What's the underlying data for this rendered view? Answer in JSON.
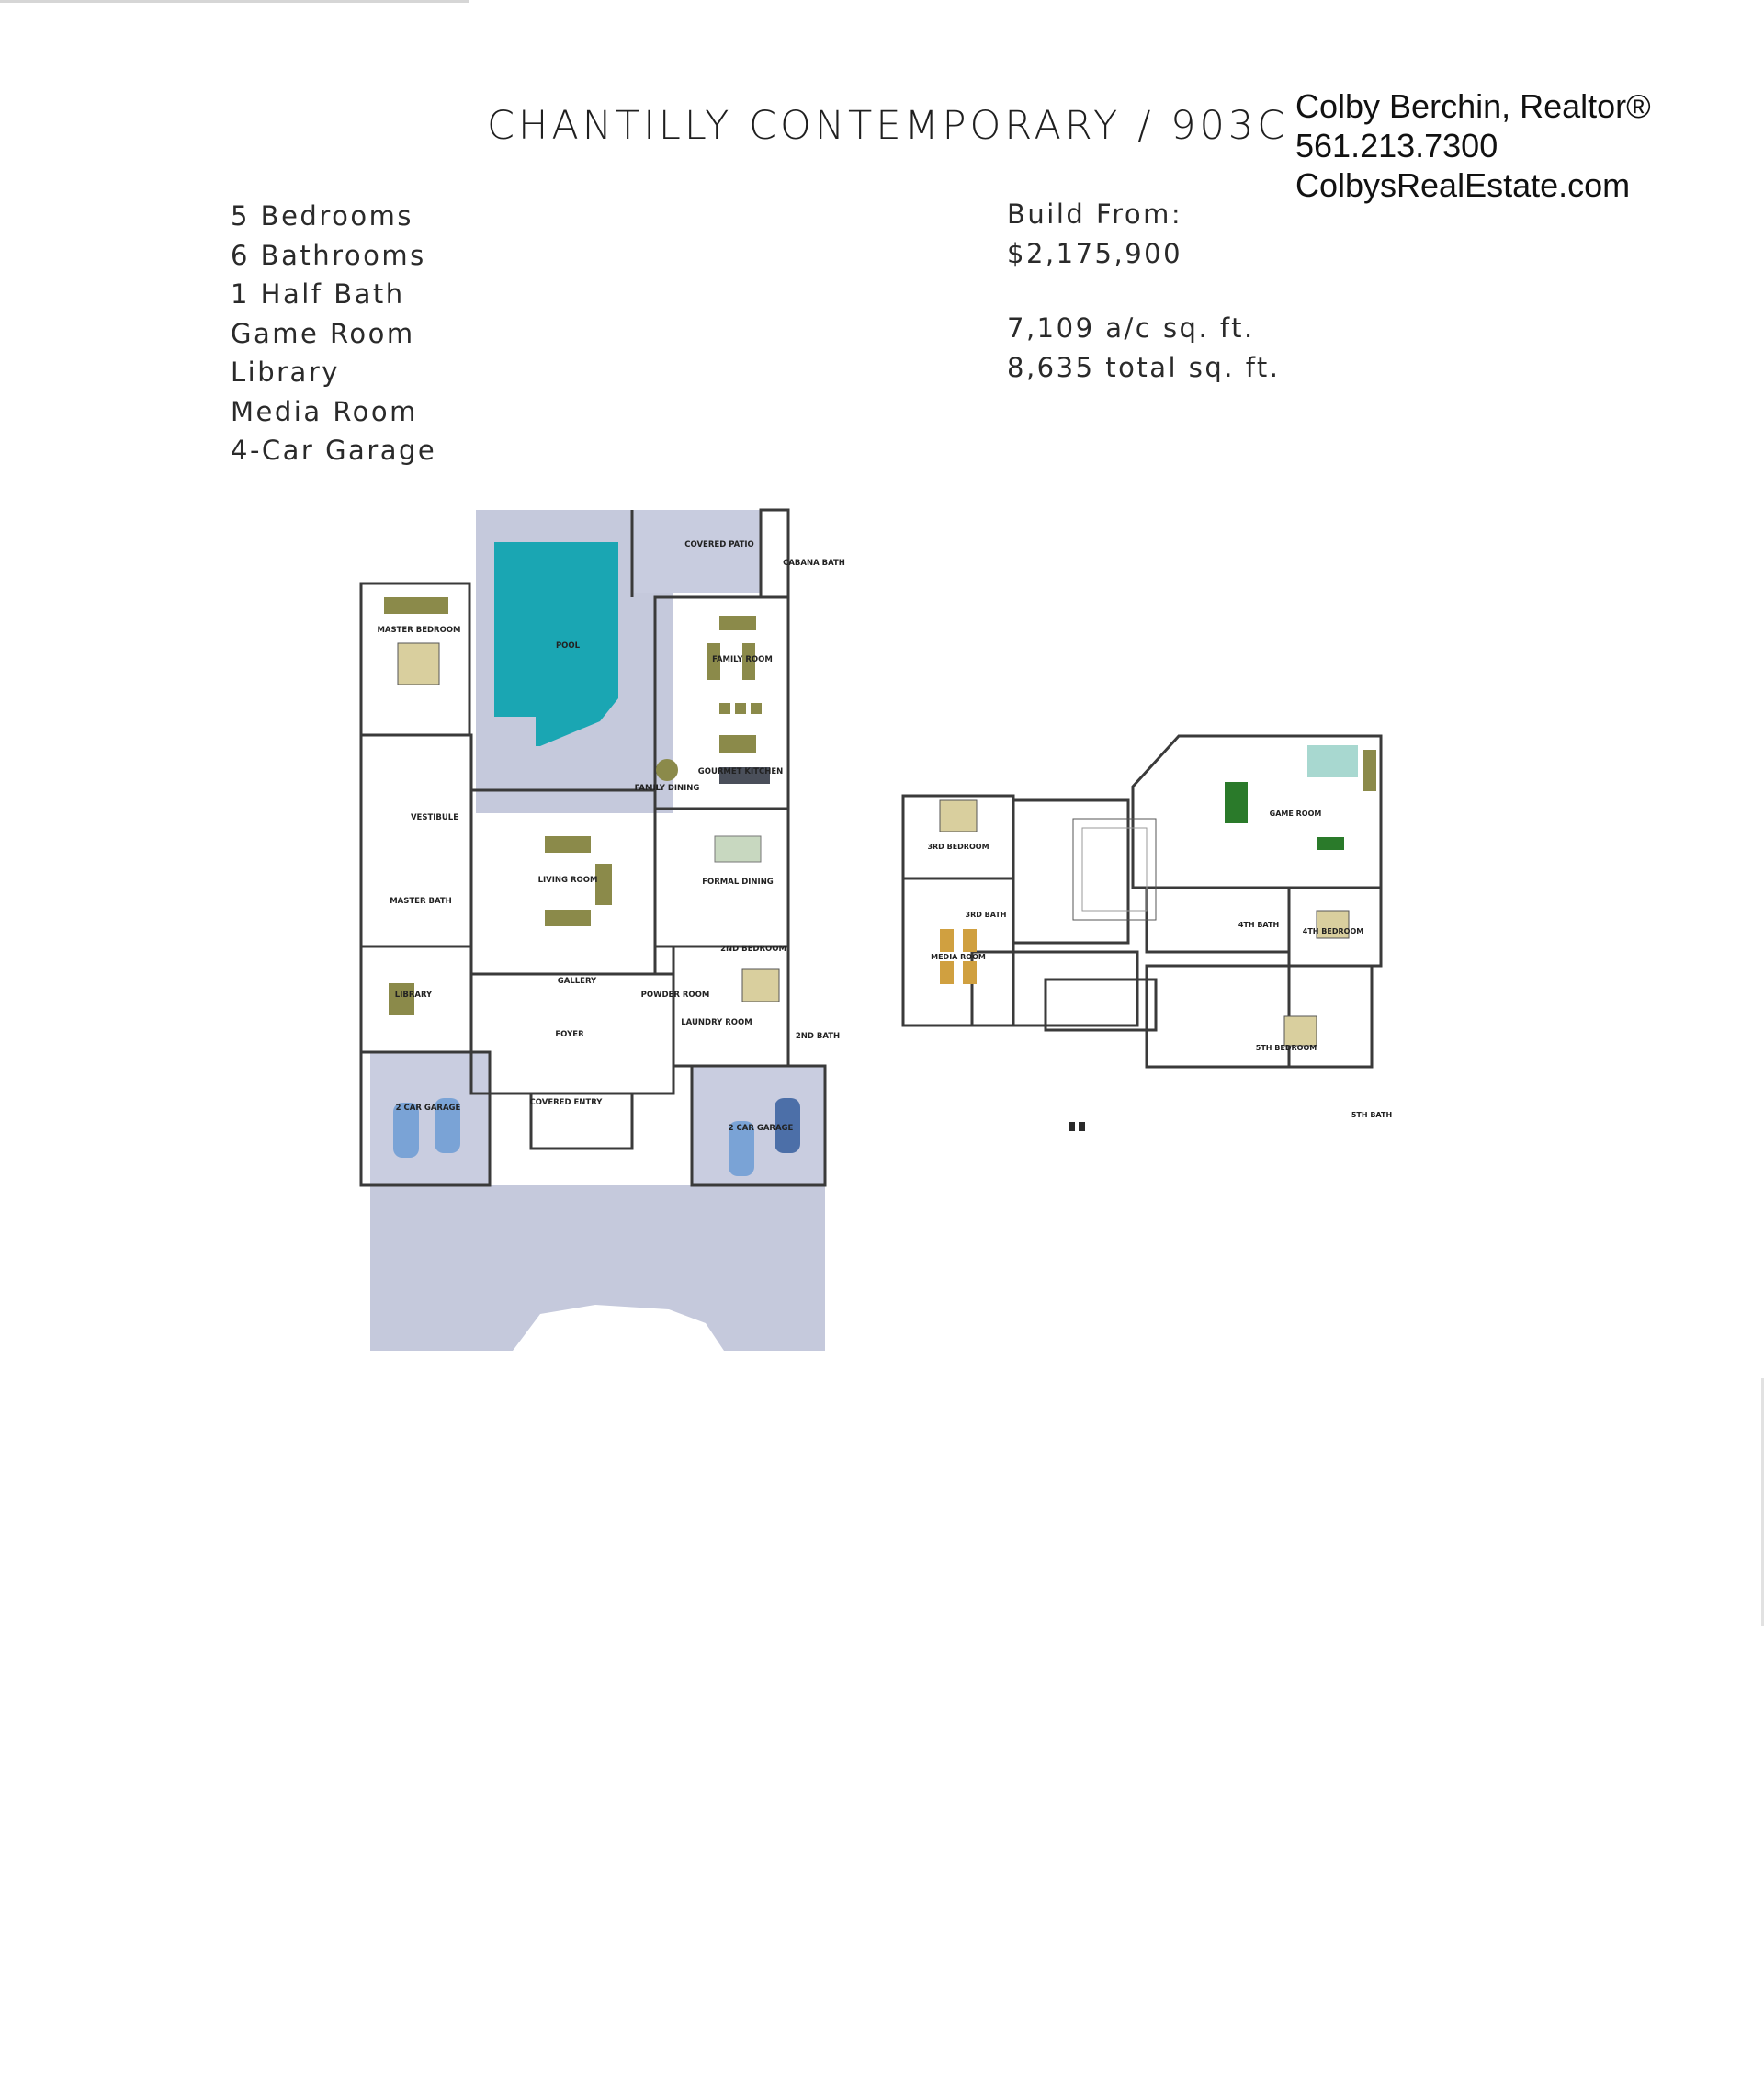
{
  "header": {
    "title": "CHANTILLY CONTEMPORARY / 903C"
  },
  "agent": {
    "name": "Colby Berchin, Realtor®",
    "phone": "561.213.7300",
    "website": "ColbysRealEstate.com"
  },
  "features": [
    "5 Bedrooms",
    "6 Bathrooms",
    "1 Half Bath",
    "Game Room",
    "Library",
    "Media Room",
    "4-Car Garage"
  ],
  "pricing": {
    "label": "Build From:",
    "price": "$2,175,900",
    "ac_sqft": "7,109 a/c sq. ft.",
    "total_sqft": "8,635 total sq. ft."
  },
  "colors": {
    "pool": "#1aa6b3",
    "paving": "#c5c9dc",
    "wall": "#3a3a3a",
    "furniture": "#8b8a4a",
    "bed": "#d9cf9e"
  },
  "first_floor": {
    "rooms": {
      "covered_patio": "COVERED PATIO",
      "cabana_bath": "CABANA BATH",
      "pool": "POOL",
      "master_bedroom": "MASTER BEDROOM",
      "family_room": "FAMILY ROOM",
      "family_dining": "FAMILY DINING",
      "gourmet_kitchen": "GOURMET KITCHEN",
      "vestibule": "VESTIBULE",
      "living_room": "LIVING ROOM",
      "formal_dining": "FORMAL DINING",
      "master_bath": "MASTER BATH",
      "second_bedroom": "2ND BEDROOM",
      "library": "LIBRARY",
      "gallery": "GALLERY",
      "powder_room": "POWDER ROOM",
      "laundry_room": "LAUNDRY ROOM",
      "foyer": "FOYER",
      "second_bath": "2ND BATH",
      "covered_entry": "COVERED ENTRY",
      "garage_left": "2 CAR GARAGE",
      "garage_right": "2 CAR GARAGE"
    }
  },
  "second_floor": {
    "rooms": {
      "third_bedroom": "3RD BEDROOM",
      "third_bath": "3RD BATH",
      "game_room": "GAME ROOM",
      "fourth_bath": "4TH BATH",
      "fourth_bedroom": "4TH BEDROOM",
      "media_room": "MEDIA ROOM",
      "fifth_bedroom": "5TH BEDROOM",
      "fifth_bath": "5TH BATH"
    }
  }
}
